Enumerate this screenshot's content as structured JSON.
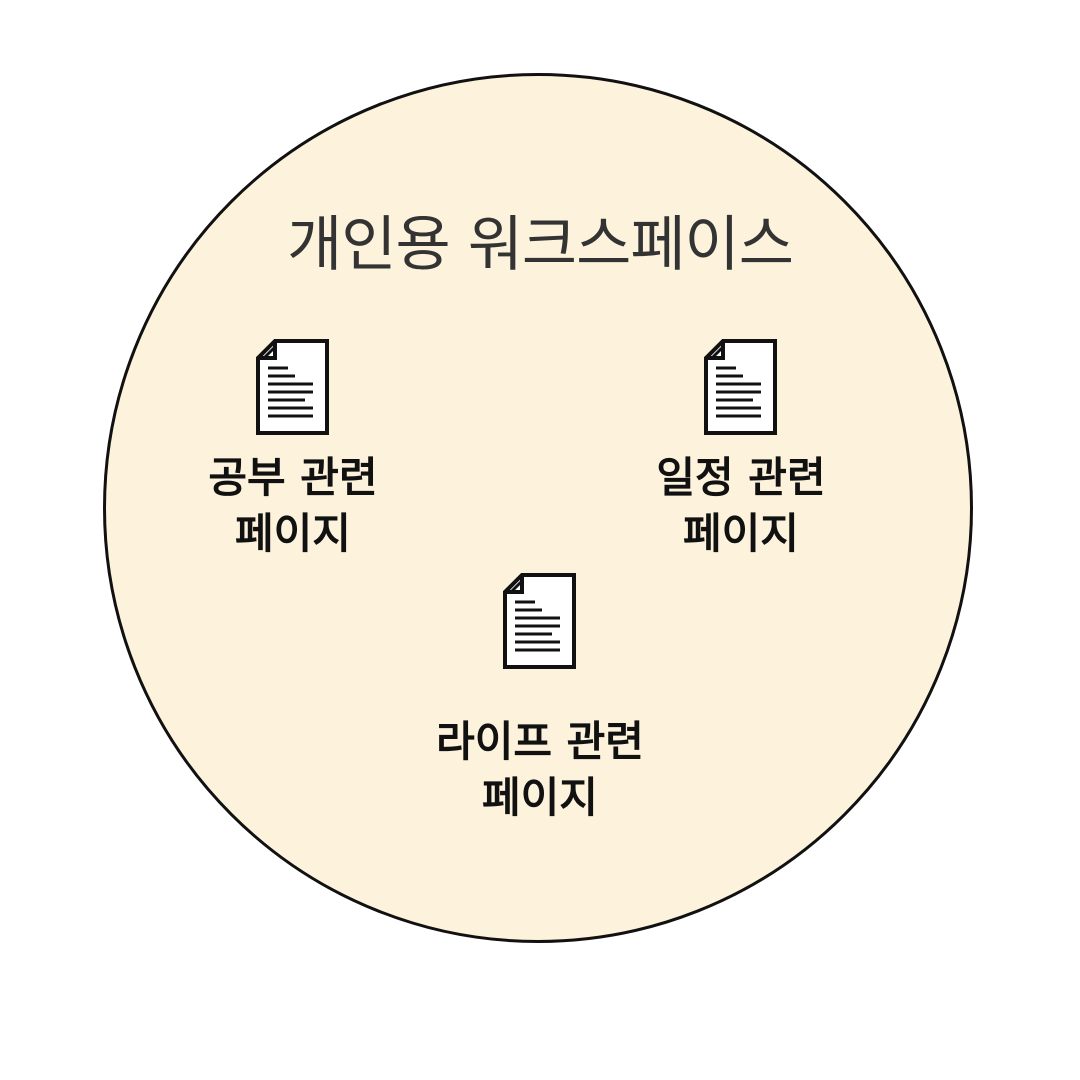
{
  "workspace": {
    "title": "개인용 워크스페이스",
    "fill_color": "#fdf3dc",
    "border_color": "#111111"
  },
  "pages": [
    {
      "icon": "document-icon",
      "line1": "공부 관련",
      "line2": "페이지"
    },
    {
      "icon": "document-icon",
      "line1": "일정 관련",
      "line2": "페이지"
    },
    {
      "icon": "document-icon",
      "line1": "라이프 관련",
      "line2": "페이지"
    }
  ]
}
